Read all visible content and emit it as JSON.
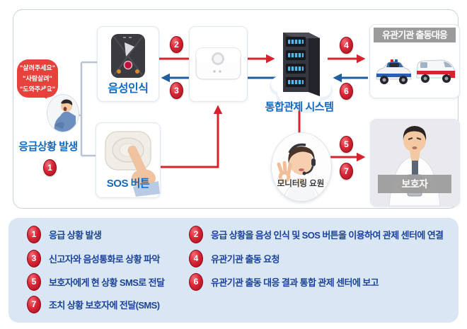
{
  "diagram": {
    "speech_bubble": {
      "line1": "\"살려주세요\"",
      "line2": "\"사람살려\"",
      "line3": "\"도와주세요\""
    },
    "emergency_label": "응급상황 발생",
    "voice_card_label": "음성인식",
    "sos_card_label": "SOS 버튼",
    "server_label": "통합관제 시스템",
    "agency_card_title": "유관기관 출동대응",
    "monitor_label": "모니터링 요원",
    "guardian_card_label": "보호자",
    "badge_numbers": [
      "1",
      "2",
      "3",
      "4",
      "5",
      "6",
      "7"
    ]
  },
  "legend": {
    "items": [
      {
        "num": "1",
        "text": "응급 상황 발생"
      },
      {
        "num": "2",
        "text": "응급 상황을 음성 인식 및  SOS 버튼을 이용하여 관제 센터에 연결"
      },
      {
        "num": "3",
        "text": "신고자와 음성통화로 상황 파악"
      },
      {
        "num": "4",
        "text": "유관기관 출동 요청"
      },
      {
        "num": "5",
        "text": "보호자에게 현 상황 SMS로 전달"
      },
      {
        "num": "6",
        "text": "유관기관 출동 대응 결과 통합 관제 센터에 보고"
      },
      {
        "num": "7",
        "text": "조치 상황 보호자에 전달(SMS)"
      }
    ]
  },
  "colors": {
    "arrow_red": "#d7232e",
    "arrow_blue": "#1f5fa0",
    "label_blue": "#1368c0",
    "legend_text": "#1c4399",
    "legend_bg": "#d9e6f3",
    "bubble_red": "#e8403a",
    "bar_gray": "#9b9b9b"
  }
}
